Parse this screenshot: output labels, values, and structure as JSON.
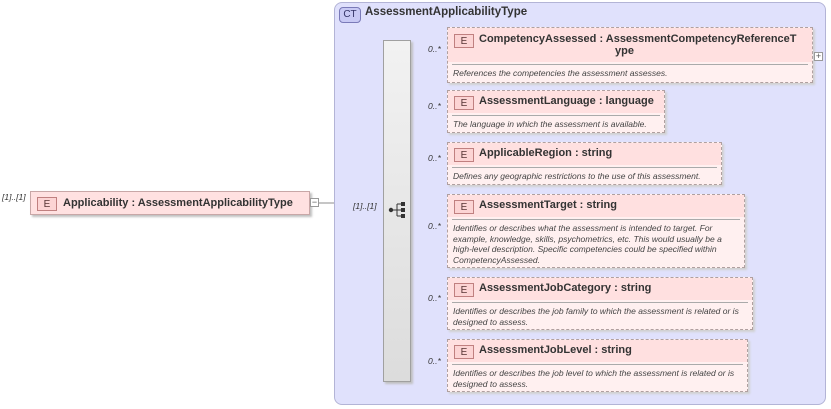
{
  "complex_type": {
    "badge": "CT",
    "name": "AssessmentApplicabilityType"
  },
  "root": {
    "multiplicity": "[1]..[1]",
    "badge": "E",
    "label": "Applicability : AssessmentApplicabilityType",
    "collapse_symbol": "−"
  },
  "sequence": {
    "multiplicity": "[1]..[1]"
  },
  "elements": [
    {
      "multiplicity": "0..*",
      "badge": "E",
      "label_line1": "CompetencyAssessed : AssessmentCompetencyReferenceT",
      "label_line2": "ype",
      "description": "References the competencies the assessment assesses.",
      "expand_symbol": "+"
    },
    {
      "multiplicity": "0..*",
      "badge": "E",
      "label_line1": "AssessmentLanguage : language",
      "description": "The language in which the assessment is available."
    },
    {
      "multiplicity": "0..*",
      "badge": "E",
      "label_line1": "ApplicableRegion : string",
      "description": "Defines any geographic restrictions to the use of this assessment."
    },
    {
      "multiplicity": "0..*",
      "badge": "E",
      "label_line1": "AssessmentTarget : string",
      "description": "Identifies or describes what the assessment is intended to target. For example, knowledge, skills, psychometrics, etc. This would usually be a high-level description. Specific competencies could be specified within CompetencyAssessed."
    },
    {
      "multiplicity": "0..*",
      "badge": "E",
      "label_line1": "AssessmentJobCategory : string",
      "description": "Identifies or describes the job family to which the assessment is related or is designed to assess."
    },
    {
      "multiplicity": "0..*",
      "badge": "E",
      "label_line1": "AssessmentJobLevel : string",
      "description": "Identifies or describes the job level to which the assessment is related or is designed to assess."
    }
  ]
}
